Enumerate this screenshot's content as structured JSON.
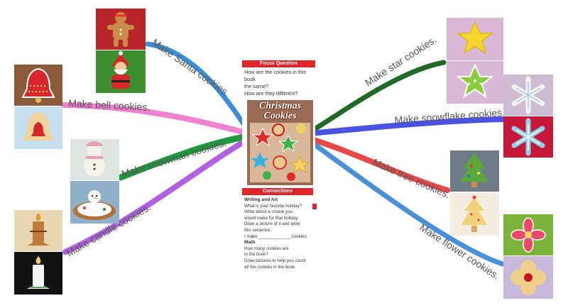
{
  "center": {
    "focus_title": "Focus Question",
    "focus_lines": [
      "How are the cookies in this book",
      "the same?",
      "How are they different?"
    ],
    "book_title_line1": "Christmas",
    "book_title_line2": "Cookies",
    "connections_title": "Connections",
    "writing_heading": "Writing and Art",
    "writing_lines": [
      "What is your favorite holiday?",
      "Write about a cookie you",
      "would make for that holiday.",
      "Draw a picture of it and write",
      "this sentence.",
      "I make _____________ cookies."
    ],
    "math_heading": "Math",
    "math_lines": [
      "How many cookies are",
      "in the book?",
      "Draw pictures to help you count",
      "all the cookies in the book."
    ]
  },
  "branches": [
    {
      "id": "santa",
      "label": "Make Santa cookies.",
      "color": "#3a8fd8",
      "photos": [
        "gingerbread-man-cookie",
        "santa-cookie"
      ]
    },
    {
      "id": "bell",
      "label": "Make bell cookies.",
      "color": "#ee82d0",
      "photos": [
        "bell-cookie-decorated",
        "bell-cookie-jam"
      ]
    },
    {
      "id": "snowman",
      "label": "Make snowman cookies.",
      "color": "#1e9a3c",
      "photos": [
        "snowman-cookie",
        "melting-snowman-cookie"
      ]
    },
    {
      "id": "candle",
      "label": "Make candle cookies.",
      "color": "#b060e0",
      "photos": [
        "candle-cookie-brown",
        "candle-cookie-white"
      ]
    },
    {
      "id": "star",
      "label": "Make star cookies.",
      "color": "#1e6a26",
      "photos": [
        "star-cookie-yellow",
        "star-cookie-green"
      ]
    },
    {
      "id": "snowflake",
      "label": "Make snowflake cookies.",
      "color": "#4a52e0",
      "photos": [
        "snowflake-cookie-white",
        "snowflake-cookie-blue"
      ]
    },
    {
      "id": "tree",
      "label": "Make tree cookies.",
      "color": "#e84848",
      "photos": [
        "tree-cookie-green",
        "tree-cookie-yellow"
      ]
    },
    {
      "id": "flower",
      "label": "Make flower cookies.",
      "color": "#4a90d8",
      "photos": [
        "flower-cookie-pink",
        "flower-cookie-jam"
      ]
    }
  ]
}
